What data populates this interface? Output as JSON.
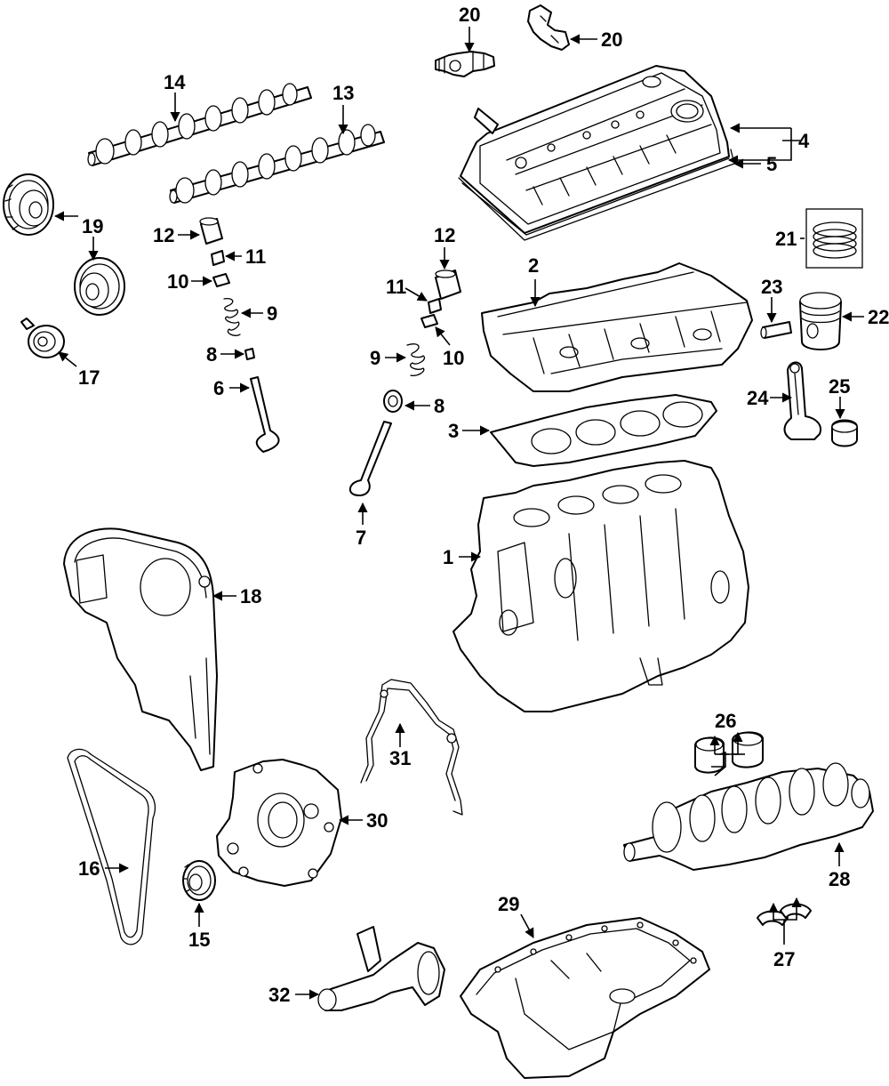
{
  "diagram": {
    "callouts": [
      {
        "id": "c1",
        "label": "1"
      },
      {
        "id": "c2",
        "label": "2"
      },
      {
        "id": "c3",
        "label": "3"
      },
      {
        "id": "c4",
        "label": "4"
      },
      {
        "id": "c5",
        "label": "5"
      },
      {
        "id": "c6",
        "label": "6"
      },
      {
        "id": "c7",
        "label": "7"
      },
      {
        "id": "c8a",
        "label": "8"
      },
      {
        "id": "c8b",
        "label": "8"
      },
      {
        "id": "c9a",
        "label": "9"
      },
      {
        "id": "c9b",
        "label": "9"
      },
      {
        "id": "c10a",
        "label": "10"
      },
      {
        "id": "c10b",
        "label": "10"
      },
      {
        "id": "c11a",
        "label": "11"
      },
      {
        "id": "c11b",
        "label": "11"
      },
      {
        "id": "c12a",
        "label": "12"
      },
      {
        "id": "c12b",
        "label": "12"
      },
      {
        "id": "c13",
        "label": "13"
      },
      {
        "id": "c14",
        "label": "14"
      },
      {
        "id": "c15",
        "label": "15"
      },
      {
        "id": "c16",
        "label": "16"
      },
      {
        "id": "c17",
        "label": "17"
      },
      {
        "id": "c18",
        "label": "18"
      },
      {
        "id": "c19",
        "label": "19"
      },
      {
        "id": "c20a",
        "label": "20"
      },
      {
        "id": "c20b",
        "label": "20"
      },
      {
        "id": "c21",
        "label": "21"
      },
      {
        "id": "c22",
        "label": "22"
      },
      {
        "id": "c23",
        "label": "23"
      },
      {
        "id": "c24",
        "label": "24"
      },
      {
        "id": "c25",
        "label": "25"
      },
      {
        "id": "c26",
        "label": "26"
      },
      {
        "id": "c27",
        "label": "27"
      },
      {
        "id": "c28",
        "label": "28"
      },
      {
        "id": "c29",
        "label": "29"
      },
      {
        "id": "c30",
        "label": "30"
      },
      {
        "id": "c31",
        "label": "31"
      },
      {
        "id": "c32",
        "label": "32"
      }
    ]
  }
}
